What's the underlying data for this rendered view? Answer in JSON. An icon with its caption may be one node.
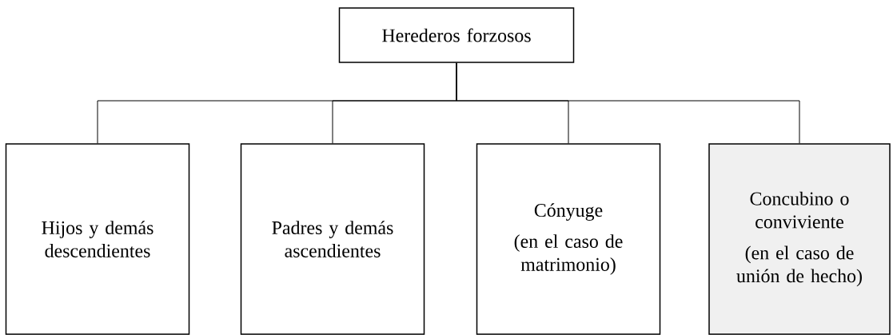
{
  "diagram": {
    "nodes": [
      {
        "text": [
          "Herederos forzosos"
        ]
      },
      {
        "text": [
          "Hijos y demás descendientes"
        ]
      },
      {
        "text": [
          "Padres y demás ascendientes"
        ]
      },
      {
        "text": [
          "Cónyuge",
          "(en el caso de matrimonio)"
        ]
      },
      {
        "text": [
          "Concubino o conviviente",
          "(en el caso de unión de hecho)"
        ]
      }
    ],
    "edges": [
      {
        "from": 0,
        "to": 1,
        "arrow": "none"
      },
      {
        "from": 0,
        "to": 2,
        "arrow": "none"
      },
      {
        "from": 0,
        "to": 3,
        "arrow": "none"
      },
      {
        "from": 0,
        "to": 4,
        "arrow": "none"
      }
    ]
  }
}
